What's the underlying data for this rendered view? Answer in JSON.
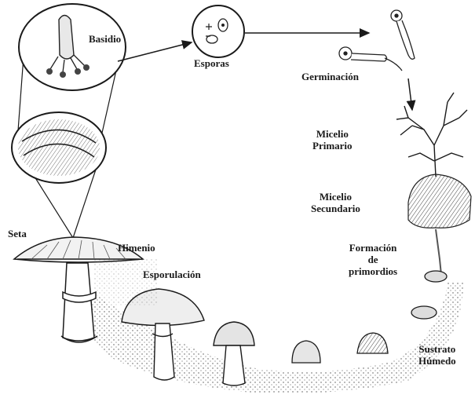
{
  "labels": {
    "basidio": "Basidio",
    "esporas": "Esporas",
    "germinacion": "Germinación",
    "micelio_primario": [
      "Micelio",
      "Primario"
    ],
    "micelio_secundario": [
      "Micelio",
      "Secundario"
    ],
    "seta": "Seta",
    "himenio": "Himenio",
    "esporulacion": "Esporulación",
    "formacion_primordios": [
      "Formación",
      "de",
      "primordios"
    ],
    "sustrato_humedo": [
      "Sustrato",
      "Húmedo"
    ]
  },
  "colors": {
    "ink": "#1a1a1a",
    "paper": "#ffffff",
    "shade": "#8a8a8a"
  }
}
